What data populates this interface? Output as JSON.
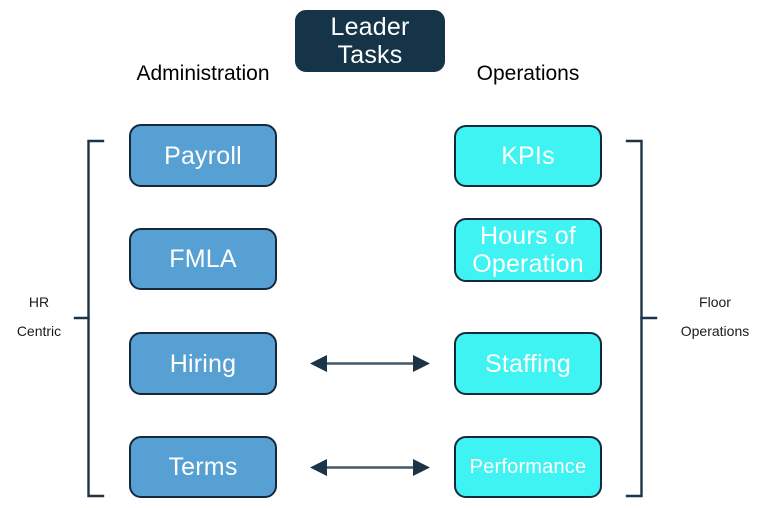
{
  "diagram": {
    "title_box": {
      "label": "Leader\nTasks",
      "color": "#153448"
    },
    "columns": [
      {
        "name": "administration",
        "header": "Administration",
        "color": "#57a0d3"
      },
      {
        "name": "operations",
        "header": "Operations",
        "color": "#3ff3f3"
      }
    ],
    "rows": [
      {
        "admin": "Payroll",
        "ops": "KPIs",
        "link": false
      },
      {
        "admin": "FMLA",
        "ops": "Hours of\nOperation",
        "link": false
      },
      {
        "admin": "Hiring",
        "ops": "Staffing",
        "link": true
      },
      {
        "admin": "Terms",
        "ops": "Performance",
        "link": true
      }
    ],
    "groups": [
      {
        "name": "left-bracket",
        "label": "HR\nCentric"
      },
      {
        "name": "right-bracket",
        "label": "Floor\nOperations"
      }
    ],
    "connector_color": "#1b3448",
    "border_color": "#16283c"
  }
}
